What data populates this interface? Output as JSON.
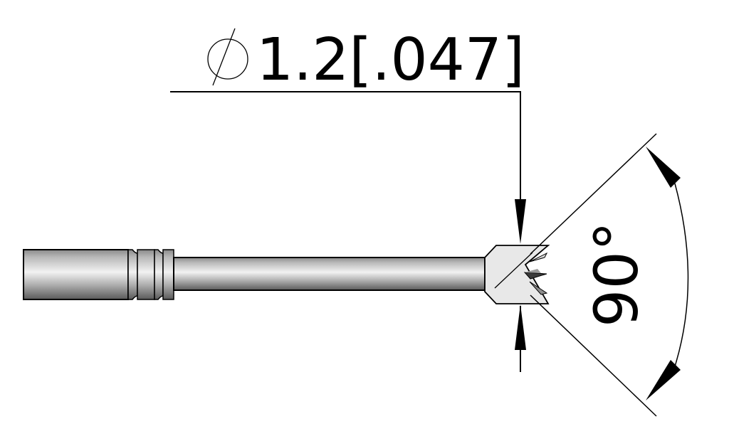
{
  "drawing": {
    "type": "technical-drawing",
    "subject": "probe-pin-with-crown-tip",
    "diameter_dimension": {
      "symbol": "⌀",
      "value_mm": "1.2",
      "value_in": "[.047]",
      "label": "1.2[.047]"
    },
    "angle_dimension": {
      "label": "90°",
      "value_deg": 90
    },
    "colors": {
      "line": "#000000",
      "metal_light": "#ececec",
      "metal_mid": "#bdbdbd",
      "metal_dark": "#5a5a5a",
      "tip_face": "#e6e6e6",
      "background": "#ffffff"
    }
  }
}
